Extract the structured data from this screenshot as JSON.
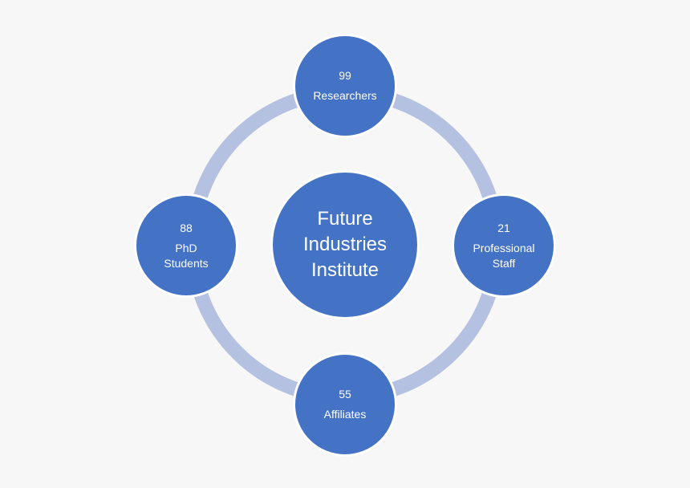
{
  "colors": {
    "background": "#f7f7f8",
    "node_fill": "#4472c4",
    "node_border": "#ffffff",
    "ring": "#b4c1e0",
    "text": "#ffffff"
  },
  "center": {
    "lines": [
      "Future",
      "Industries",
      "Institute"
    ]
  },
  "nodes": {
    "top": {
      "count": "99",
      "label_lines": [
        "Researchers"
      ]
    },
    "right": {
      "count": "21",
      "label_lines": [
        "Professional",
        "Staff"
      ]
    },
    "bottom": {
      "count": "55",
      "label_lines": [
        "Affiliates"
      ]
    },
    "left": {
      "count": "88",
      "label_lines": [
        "PhD",
        "Students"
      ]
    }
  }
}
